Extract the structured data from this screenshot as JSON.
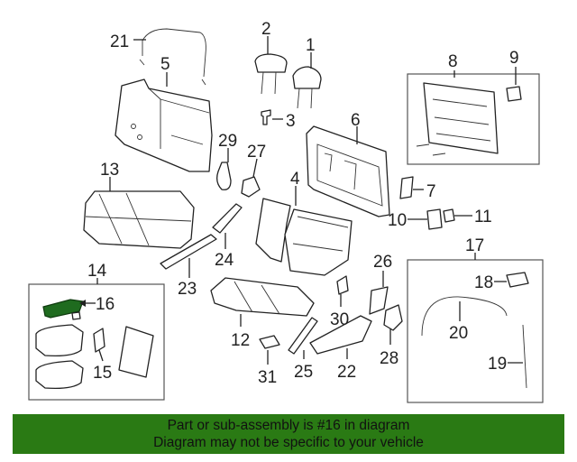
{
  "highlighted_part": "16",
  "callouts": {
    "c1": "1",
    "c2": "2",
    "c3": "3",
    "c4": "4",
    "c5": "5",
    "c6": "6",
    "c7": "7",
    "c8": "8",
    "c9": "9",
    "c10": "10",
    "c11": "11",
    "c12": "12",
    "c13": "13",
    "c14": "14",
    "c15": "15",
    "c16": "16",
    "c17": "17",
    "c18": "18",
    "c19": "19",
    "c20": "20",
    "c21": "21",
    "c22": "22",
    "c23": "23",
    "c24": "24",
    "c25": "25",
    "c26": "26",
    "c27": "27",
    "c28": "28",
    "c29": "29",
    "c30": "30",
    "c31": "31"
  },
  "banner": {
    "line1": "Part or sub-assembly is #16 in diagram",
    "line2": "Diagram may not be specific to your vehicle"
  },
  "colors": {
    "banner_bg": "#2a7a14",
    "highlight": "#1f6b1f"
  }
}
